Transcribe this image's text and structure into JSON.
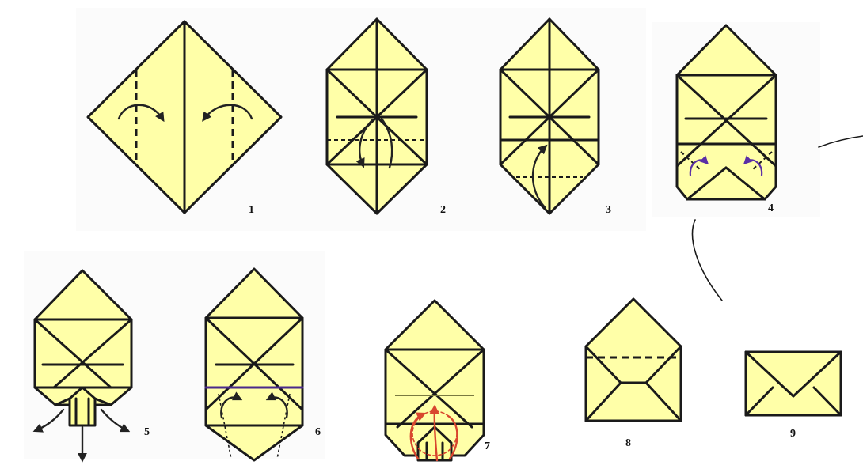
{
  "title": "",
  "steps": [
    {
      "number": "1"
    },
    {
      "number": "2"
    },
    {
      "number": "3"
    },
    {
      "number": "4"
    },
    {
      "number": "5"
    },
    {
      "number": "6"
    },
    {
      "number": "7"
    },
    {
      "number": "8"
    },
    {
      "number": "9"
    }
  ],
  "colors": {
    "paper": "#ffffa8",
    "outline": "#1a1a1a",
    "accent_purple": "#5a2ea6",
    "accent_red": "#d8462e"
  }
}
